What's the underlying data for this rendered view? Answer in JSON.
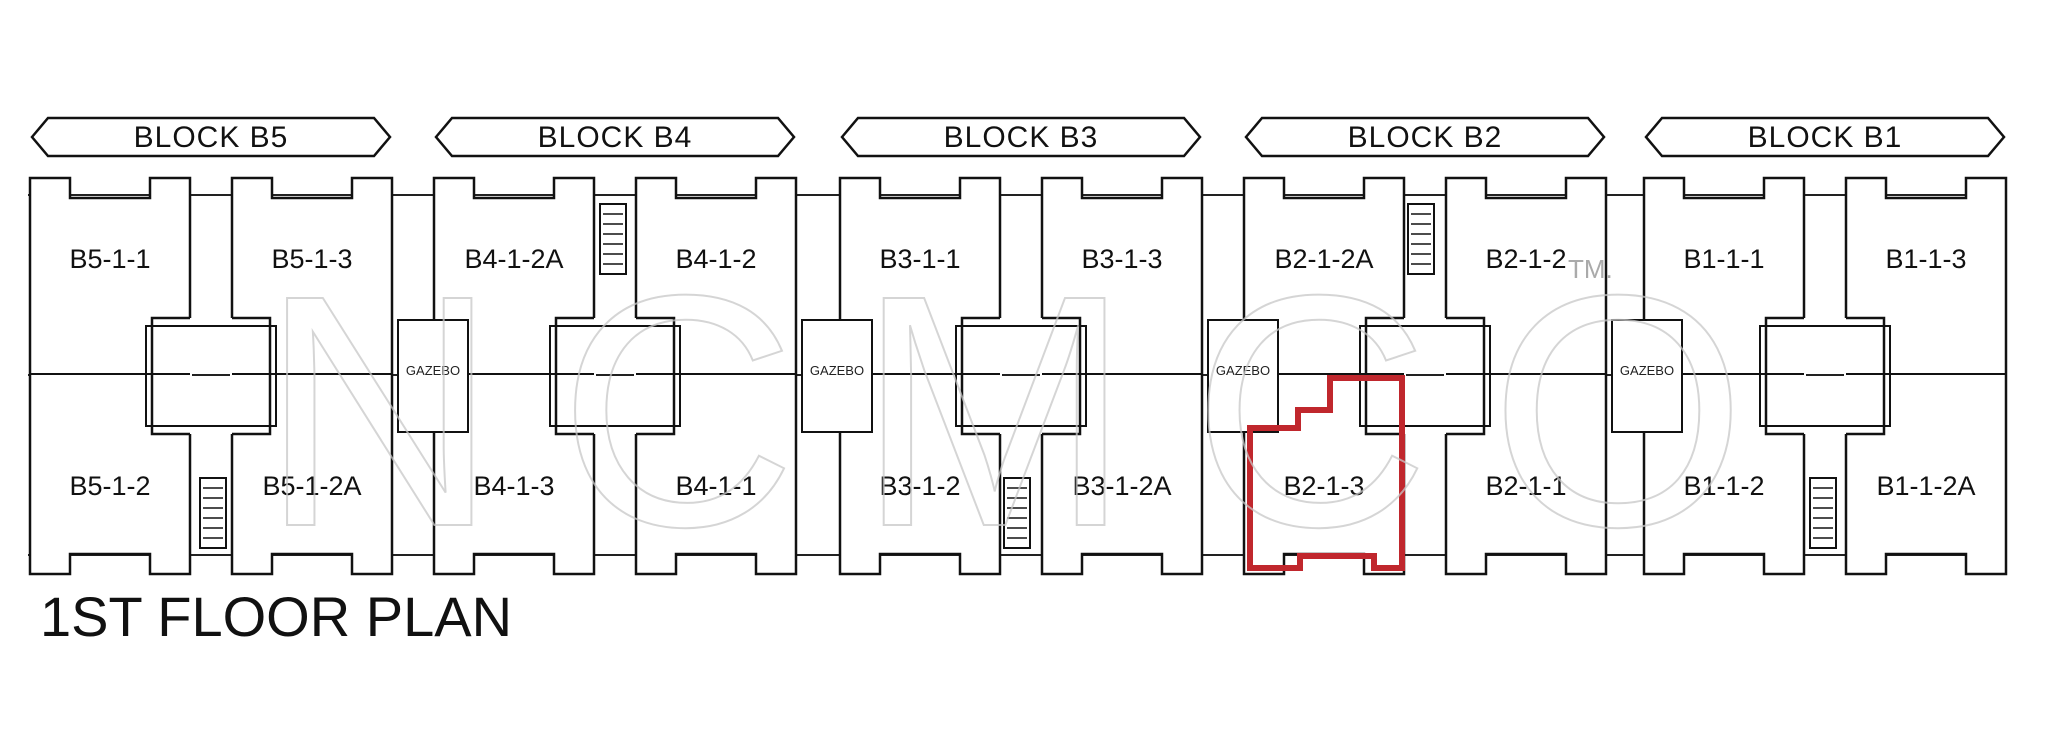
{
  "title": "1ST FLOOR PLAN",
  "watermark": {
    "text": "NCMCO",
    "tm": "TM."
  },
  "highlight_color": "#c0272d",
  "highlighted_unit": "B2-1-3",
  "blocks": [
    {
      "name": "BLOCK B5",
      "units": [
        "B5-1-1",
        "B5-1-3",
        "B5-1-2",
        "B5-1-2A"
      ]
    },
    {
      "name": "BLOCK B4",
      "units": [
        "B4-1-2A",
        "B4-1-2",
        "B4-1-3",
        "B4-1-1"
      ]
    },
    {
      "name": "BLOCK B3",
      "units": [
        "B3-1-1",
        "B3-1-3",
        "B3-1-2",
        "B3-1-2A"
      ]
    },
    {
      "name": "BLOCK B2",
      "units": [
        "B2-1-2A",
        "B2-1-2",
        "B2-1-3",
        "B2-1-1"
      ]
    },
    {
      "name": "BLOCK B1",
      "units": [
        "B1-1-1",
        "B1-1-3",
        "B1-1-2",
        "B1-1-2A"
      ]
    }
  ],
  "gazebos": [
    "GAZEBO",
    "GAZEBO",
    "GAZEBO",
    "GAZEBO"
  ]
}
